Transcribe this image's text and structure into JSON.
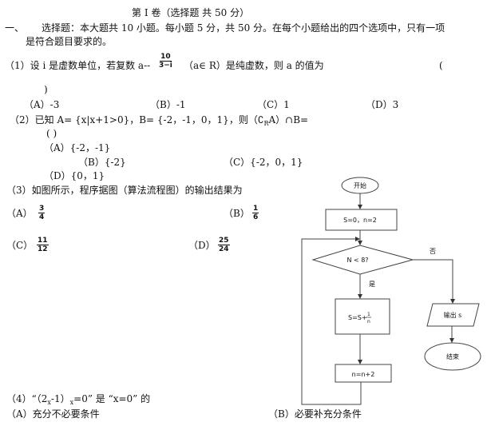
{
  "section_title": "第 I 卷（选择题 共 50 分）",
  "intro": {
    "number": "一、",
    "line1": "选择题：本大题共 10 小题。每小题 5 分，共 50 分。在每个小题给出的四个选项中，只有一项",
    "line2": "是符合题目要求的。"
  },
  "q1": {
    "prefix": "（1）设 i 是虚数单位，若复数 a--",
    "frac_num": "10",
    "frac_den": "3−i",
    "suffix": "（a∈ R）是纯虚数，则 a 的值为",
    "paren_open": "(",
    "paren_close": ")",
    "options": [
      "（A）-3",
      "（B）-1",
      "（C）1",
      "（D）3"
    ]
  },
  "q2": {
    "stem_pre": "（2）已知 A= {x|x+1>0}，B= {-2，-1，0，1}，则（∁",
    "stem_sub": "R",
    "stem_post": "A）∩B=",
    "blank": "(      )",
    "options": [
      "（A）{-2，-1}",
      "（B）{-2}",
      "（C）{-2，0，1}",
      "（D）{0，1}"
    ]
  },
  "q3": {
    "stem": "（3）如图所示，程序据图（算法流程图）的输出结果为",
    "options": [
      {
        "label": "（A）",
        "num": "3",
        "den": "4"
      },
      {
        "label": "（B）",
        "num": "1",
        "den": "6"
      },
      {
        "label": "（C）",
        "num": "11",
        "den": "12"
      },
      {
        "label": "（D）",
        "num": "25",
        "den": "24"
      }
    ]
  },
  "flowchart": {
    "start": "开始",
    "init": "S=0，n=2",
    "condition": "N < 8?",
    "no": "否",
    "yes": "是",
    "update_s": "S=S+",
    "update_s_num": "1",
    "update_s_den": "n",
    "update_n": "n=n+2",
    "output": "输出 s",
    "end": "结束"
  },
  "q4": {
    "stem_pre": "（4）“（2",
    "stem_sub1": "x",
    "stem_mid": "-1）",
    "stem_sub2": "x",
    "stem_post": "=0” 是 “x=0” 的",
    "options": [
      "（A）充分不必要条件",
      "（B）必要补充分条件"
    ]
  }
}
